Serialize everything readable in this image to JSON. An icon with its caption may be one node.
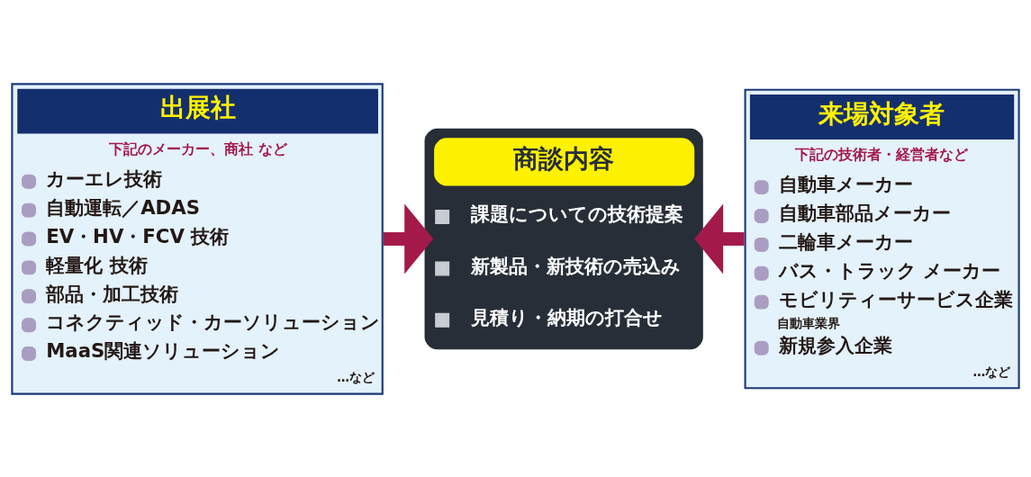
{
  "diagram": {
    "nodes": [
      {
        "text": [
          "出展社",
          "下記のメーカー、商社 など",
          "カーエレ技術",
          "自動運転／ADAS",
          "EV・HV・FCV 技術",
          "軽量化 技術",
          "部品・加工技術",
          "コネクティッド・カーソリューション",
          "MaaS関連ソリューション",
          "…など"
        ]
      },
      {
        "text": [
          "商談内容",
          "課題についての技術提案",
          "新製品・新技術の売込み",
          "見積り・納期の打合せ"
        ]
      },
      {
        "text": [
          "来場対象者",
          "下記の技術者・経営者など",
          "自動車メーカー",
          "自動車部品メーカー",
          "二輪車メーカー",
          "バス・トラック メーカー",
          "モビリティーサービス企業",
          "自動車業界",
          "新規参入企業",
          "…など"
        ]
      }
    ],
    "edges": [
      {
        "from": 0,
        "to": 1,
        "arrow": "to"
      },
      {
        "from": 2,
        "to": 1,
        "arrow": "to"
      }
    ]
  }
}
